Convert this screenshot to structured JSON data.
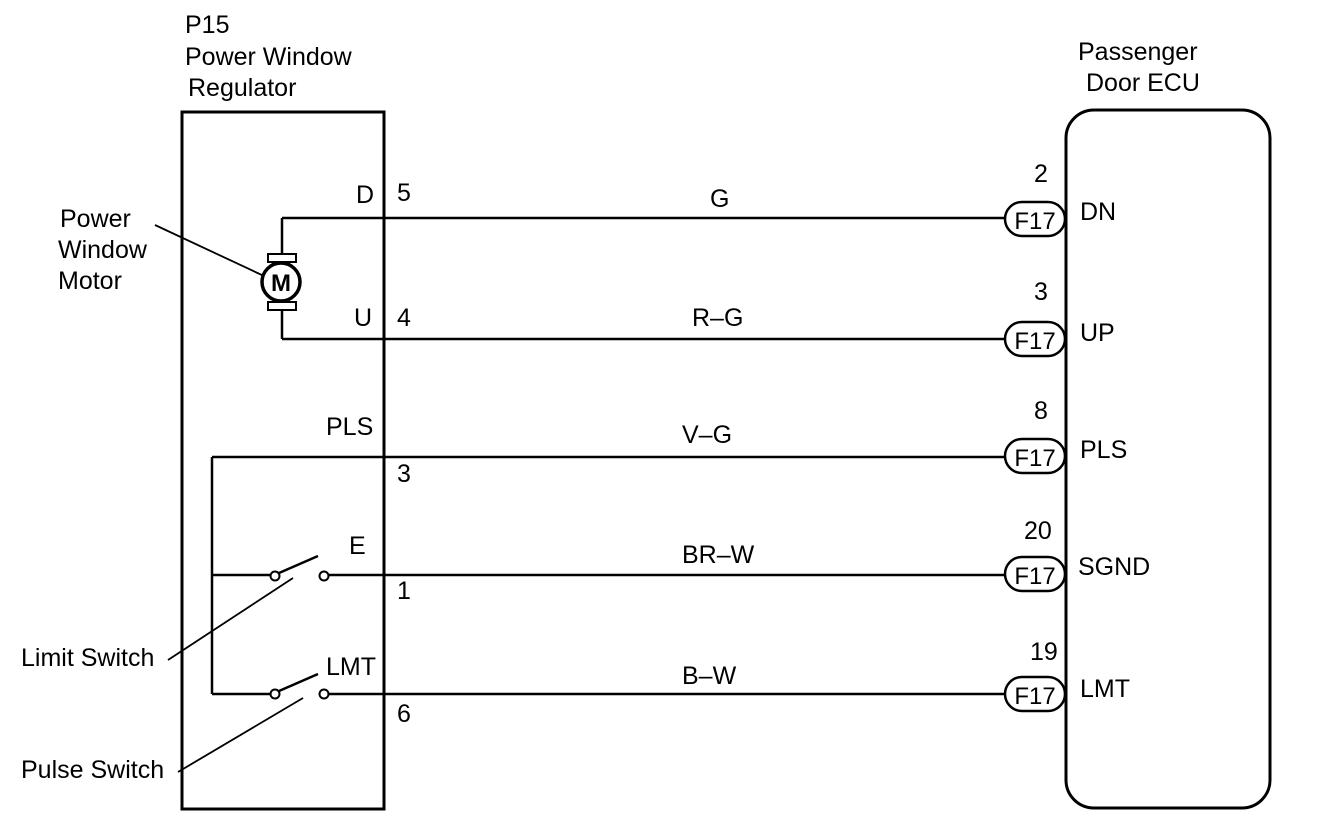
{
  "regulator": {
    "code": "P15",
    "name_line1": "Power Window",
    "name_line2": "Regulator",
    "terminals": [
      {
        "letter": "D",
        "pin": "5"
      },
      {
        "letter": "U",
        "pin": "4"
      },
      {
        "letter": "PLS",
        "pin": "3"
      },
      {
        "letter": "E",
        "pin": "1"
      },
      {
        "letter": "LMT",
        "pin": "6"
      }
    ]
  },
  "ecu": {
    "name_line1": "Passenger",
    "name_line2": "Door ECU",
    "terminals": [
      {
        "pin": "2",
        "name": "DN",
        "connector": "F17"
      },
      {
        "pin": "3",
        "name": "UP",
        "connector": "F17"
      },
      {
        "pin": "8",
        "name": "PLS",
        "connector": "F17"
      },
      {
        "pin": "20",
        "name": "SGND",
        "connector": "F17"
      },
      {
        "pin": "19",
        "name": "LMT",
        "connector": "F17"
      }
    ]
  },
  "wires": [
    {
      "color": "G"
    },
    {
      "color": "R–G"
    },
    {
      "color": "V–G"
    },
    {
      "color": "BR–W"
    },
    {
      "color": "B–W"
    }
  ],
  "motor": {
    "symbol": "M",
    "label_line1": "Power",
    "label_line2": "Window",
    "label_line3": "Motor"
  },
  "switches": {
    "limit_label": "Limit Switch",
    "pulse_label": "Pulse Switch"
  }
}
